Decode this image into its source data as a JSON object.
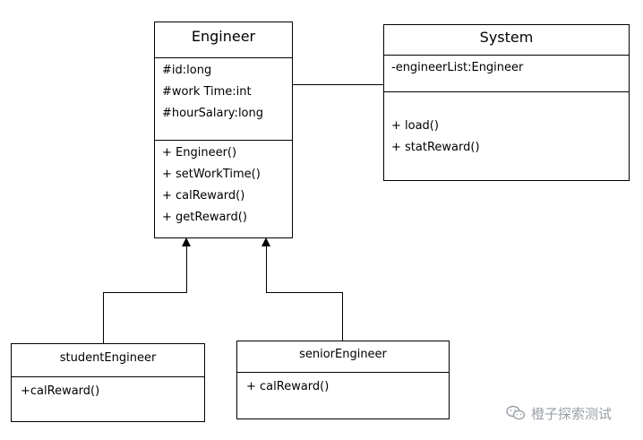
{
  "classes": {
    "engineer": {
      "name": "Engineer",
      "attributes": [
        "#id:long",
        "#work Time:int",
        "#hourSalary:long"
      ],
      "methods": [
        "+ Engineer()",
        "+ setWorkTime()",
        "+ calReward()",
        "+ getReward()"
      ]
    },
    "system": {
      "name": "System",
      "attributes": [
        "-engineerList:Engineer"
      ],
      "methods": [
        "+ load()",
        "+ statReward()"
      ]
    },
    "student_engineer": {
      "name": "studentEngineer",
      "methods": [
        "+calReward()"
      ]
    },
    "senior_engineer": {
      "name": "seniorEngineer",
      "methods": [
        "+ calReward()"
      ]
    }
  },
  "relations": [
    {
      "from": "engineer",
      "to": "system",
      "kind": "association"
    },
    {
      "from": "student_engineer",
      "to": "engineer",
      "kind": "generalization"
    },
    {
      "from": "senior_engineer",
      "to": "engineer",
      "kind": "generalization"
    }
  ],
  "watermark": {
    "text": "橙子探索测试",
    "icon": "wechat-icon"
  }
}
